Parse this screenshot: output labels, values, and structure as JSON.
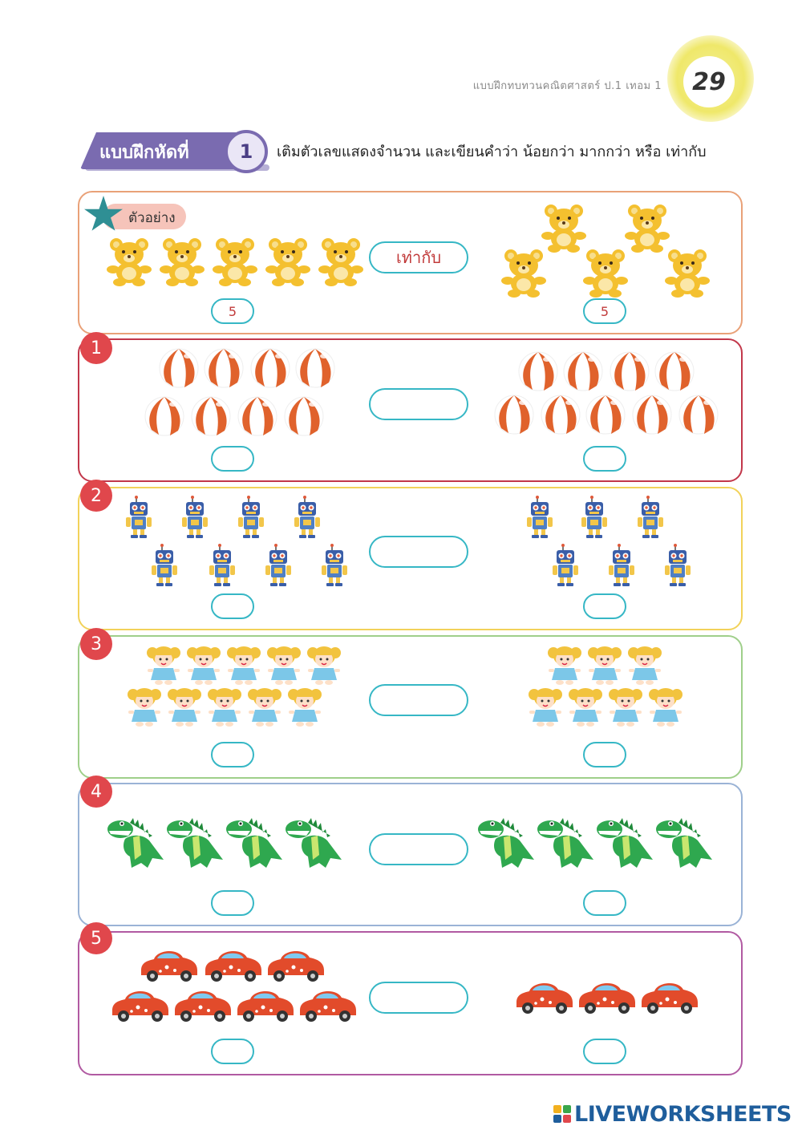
{
  "header": {
    "book_title": "แบบฝึกทบทวนคณิตศาสตร์ ป.1 เทอม 1",
    "page_number": "29"
  },
  "exercise": {
    "label": "แบบฝึกหัดที่",
    "number": "1",
    "instruction": "เติมตัวเลขแสดงจำนวน และเขียนคำว่า น้อยกว่า มากกว่า หรือ เท่ากับ"
  },
  "example": {
    "tag": "ตัวอย่าง",
    "object": "teddy-bear",
    "left_count": "5",
    "right_count": "5",
    "relation": "เท่ากับ"
  },
  "problems": [
    {
      "number": "1",
      "object": "beach-ball",
      "left_answer": "",
      "right_answer": "",
      "relation": ""
    },
    {
      "number": "2",
      "object": "robot",
      "left_answer": "",
      "right_answer": "",
      "relation": ""
    },
    {
      "number": "3",
      "object": "doll",
      "left_answer": "",
      "right_answer": "",
      "relation": ""
    },
    {
      "number": "4",
      "object": "dinosaur",
      "left_answer": "",
      "right_answer": "",
      "relation": ""
    },
    {
      "number": "5",
      "object": "toy-car",
      "left_answer": "",
      "right_answer": "",
      "relation": ""
    }
  ],
  "footer": {
    "brand": "LIVEWORKSHEETS"
  },
  "colors": {
    "example_border": "#e9a178",
    "p1_border": "#c2374a",
    "p2_border": "#f2d25a",
    "p3_border": "#9fcf8a",
    "p4_border": "#9ab3d6",
    "p5_border": "#b15aa2",
    "answer_border": "#36b7c5",
    "badge": "#e0474c",
    "banner": "#7a6bb0"
  }
}
